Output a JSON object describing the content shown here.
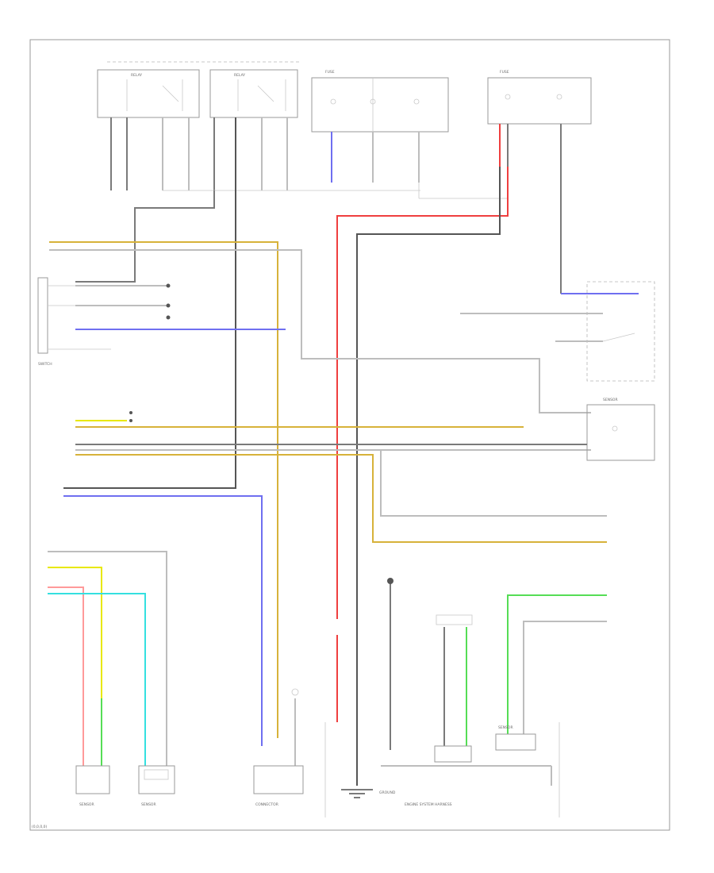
{
  "diagram": {
    "footer_label": "(0,0,0,0)",
    "bottom_label": "ENGINE SYSTEM HARNESS",
    "components": [
      {
        "id": "relay-left",
        "label": "RELAY"
      },
      {
        "id": "relay-center",
        "label": "RELAY"
      },
      {
        "id": "fuse-group",
        "label": "FUSE"
      },
      {
        "id": "fuse-right",
        "label": "FUSE"
      },
      {
        "id": "switch-left",
        "label": "SWITCH"
      },
      {
        "id": "sensor-right",
        "label": "SENSOR"
      },
      {
        "id": "sensor-bl1",
        "label": "SENSOR"
      },
      {
        "id": "sensor-bl2",
        "label": "SENSOR"
      },
      {
        "id": "connector-bc",
        "label": "CONNECTOR"
      },
      {
        "id": "sensor-br",
        "label": "SENSOR"
      },
      {
        "id": "ground",
        "label": "GROUND"
      }
    ]
  }
}
